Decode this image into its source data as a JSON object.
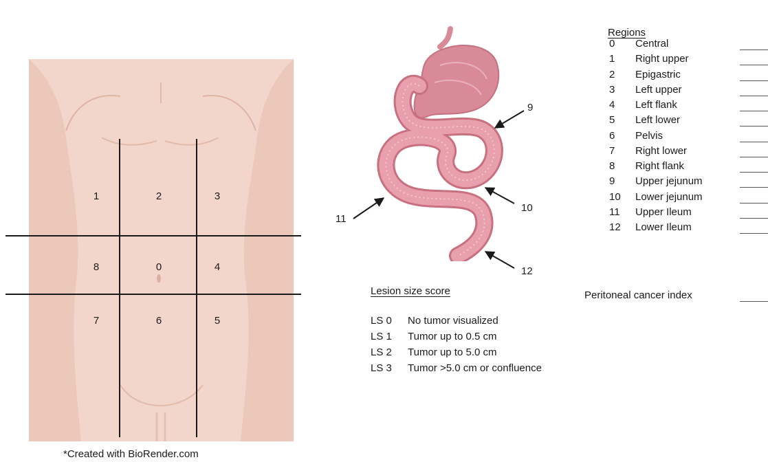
{
  "credit": "*Created with BioRender.com",
  "torso": {
    "regions": [
      {
        "num": "1"
      },
      {
        "num": "2"
      },
      {
        "num": "3"
      },
      {
        "num": "8"
      },
      {
        "num": "0"
      },
      {
        "num": "4"
      },
      {
        "num": "7"
      },
      {
        "num": "6"
      },
      {
        "num": "5"
      }
    ],
    "colors": {
      "skin": "#f2d6cb",
      "skin_shadow": "#e6bfb0",
      "grid_line": "#1a1a1a"
    }
  },
  "intestine": {
    "labels": [
      "9",
      "10",
      "11",
      "12"
    ],
    "colors": {
      "bowel": "#e7a0ac",
      "bowel_dark": "#c8707f",
      "stomach": "#d98a98"
    }
  },
  "lesion_size": {
    "heading": "Lesion size score",
    "rows": [
      {
        "code": "LS 0",
        "desc": "No tumor visualized"
      },
      {
        "code": "LS 1",
        "desc": "Tumor up to 0.5 cm"
      },
      {
        "code": "LS 2",
        "desc": "Tumor up to 5.0 cm"
      },
      {
        "code": "LS 3",
        "desc": "Tumor >5.0 cm or confluence"
      }
    ]
  },
  "regions_table": {
    "heading": "Regions",
    "rows": [
      {
        "num": "0",
        "name": "Central"
      },
      {
        "num": "1",
        "name": "Right upper"
      },
      {
        "num": "2",
        "name": "Epigastric"
      },
      {
        "num": "3",
        "name": "Left upper"
      },
      {
        "num": "4",
        "name": "Left flank"
      },
      {
        "num": "5",
        "name": "Left lower"
      },
      {
        "num": "6",
        "name": "Pelvis"
      },
      {
        "num": "7",
        "name": "Right lower"
      },
      {
        "num": "8",
        "name": "Right flank"
      },
      {
        "num": "9",
        "name": "Upper jejunum"
      },
      {
        "num": "10",
        "name": "Lower jejunum"
      },
      {
        "num": "11",
        "name": "Upper Ileum"
      },
      {
        "num": "12",
        "name": "Lower Ileum"
      }
    ]
  },
  "pci": {
    "label": "Peritoneal cancer index"
  }
}
